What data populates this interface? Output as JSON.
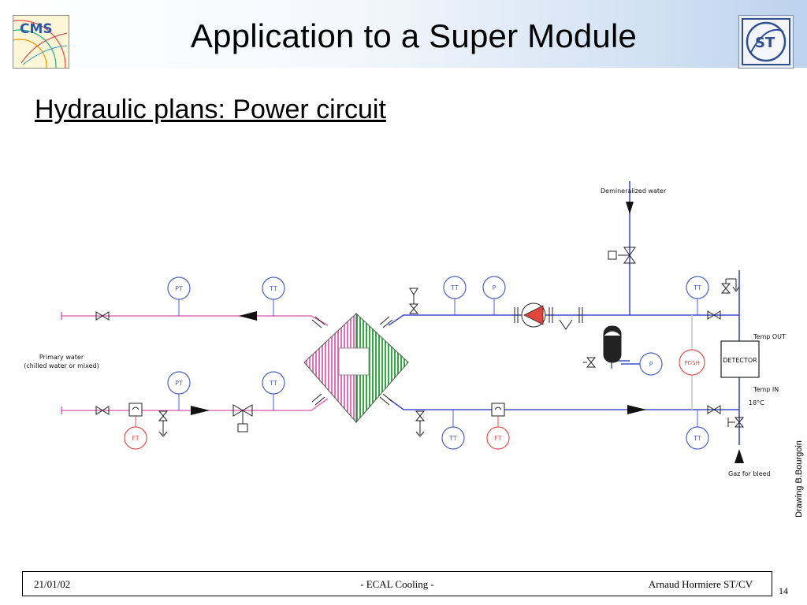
{
  "header": {
    "title": "Application to a Super Module",
    "cms_logo_text": "CMS",
    "cern_logo_text": "ST"
  },
  "subtitle": "Hydraulic plans: Power circuit",
  "diagram": {
    "instruments": {
      "pt_top": "PT",
      "tt_top_left": "TT",
      "pt_bottom": "PT",
      "tt_bottom_left": "TT",
      "ft_left": "FT",
      "tt_top_mid": "TT",
      "p_top_mid": "P",
      "tt_bottom_mid": "TT",
      "ft_mid": "FT",
      "p_expansion": "P",
      "pdsh": "PDSH",
      "tt_top_right": "TT",
      "tt_bottom_right": "TT"
    },
    "labels": {
      "primary_water_line1": "Primary water",
      "primary_water_line2": "(chilled water or mixed)",
      "demineralized_water": "Demineralized water",
      "temp_out": "Temp OUT",
      "temp_in": "Temp IN",
      "temp_value": "18°C",
      "gaz_for_bleed": "Gaz for bleed",
      "detector": "DETECTOR"
    },
    "colors": {
      "primary_circuit": "#e36fb8",
      "secondary_circuit": "#3f4fc8",
      "instrument_blue": "#4b62c4",
      "instrument_red": "#e0554e",
      "pump_fill": "#e2453a",
      "exchanger_green": "#2faa3c",
      "exchanger_pink": "#e36fb8"
    },
    "credit": "Drawing B.Bourgoin"
  },
  "footer": {
    "date": "21/01/02",
    "center": "-  ECAL Cooling  -",
    "author": "Arnaud Hormiere   ST/CV",
    "page": "14"
  }
}
